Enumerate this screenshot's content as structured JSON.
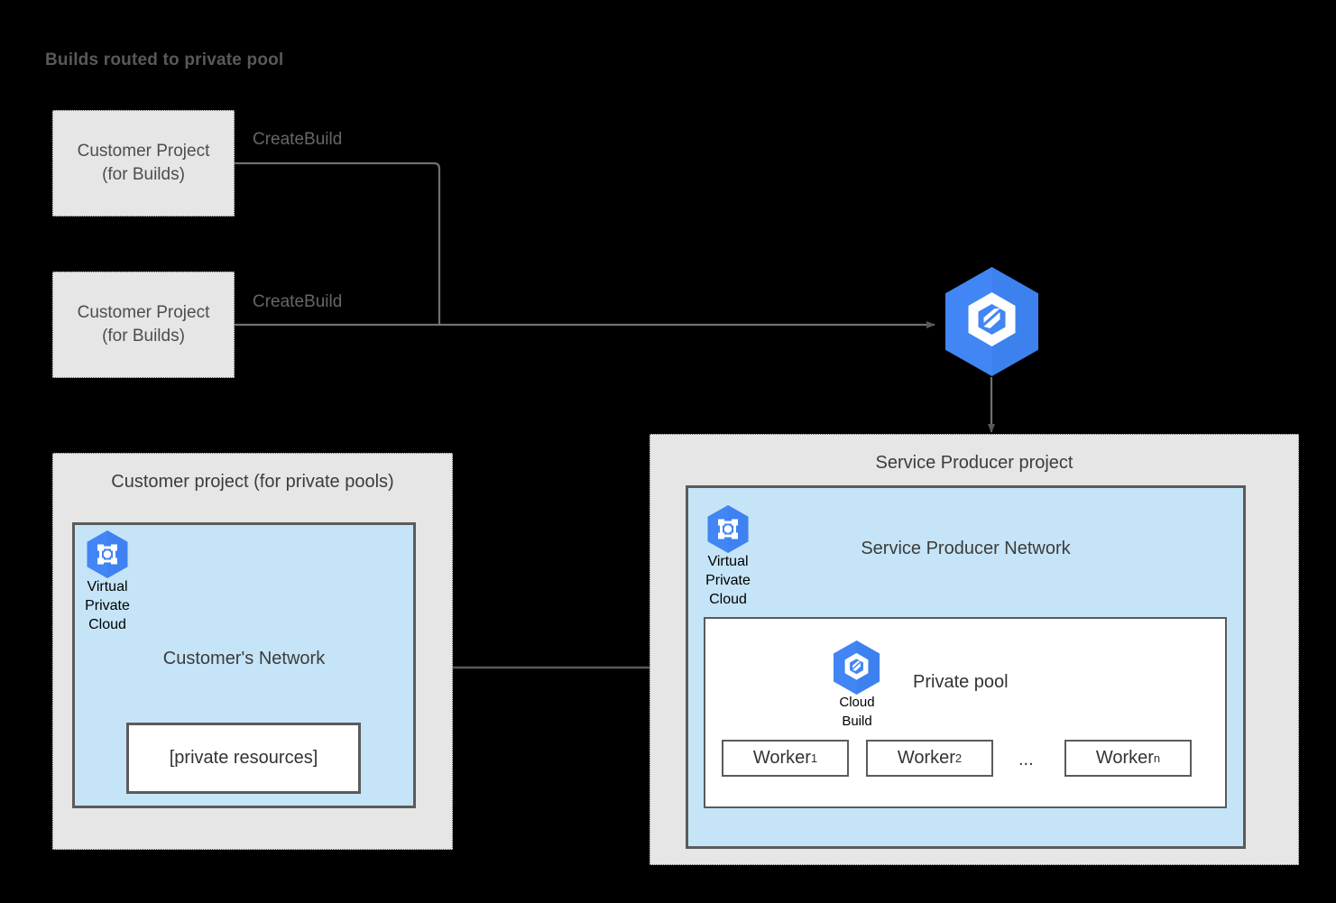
{
  "title": "Builds routed to private pool",
  "colors": {
    "gcp_blue": "#4285F4",
    "gcp_blue_dark": "#3B74D8",
    "panel_gray": "#E6E6E6",
    "vpc_blue": "#C5E4F7",
    "border_gray": "#5B5B5B",
    "line_gray": "#666666",
    "background": "#000000"
  },
  "build_projects": [
    {
      "line1": "Customer Project",
      "line2": "(for Builds)",
      "edge_label": "CreateBuild"
    },
    {
      "line1": "Customer Project",
      "line2": "(for Builds)",
      "edge_label": "CreateBuild"
    }
  ],
  "cloud_build_service": {
    "icon": "cloud-build-icon",
    "label": ""
  },
  "customer_panel": {
    "title": "Customer project (for private pools)",
    "vpc": {
      "icon": "virtual-private-cloud-icon",
      "caption_lines": [
        "Virtual",
        "Private",
        "Cloud"
      ],
      "network_title": "Customer's Network",
      "resource_box": "[private resources]"
    }
  },
  "producer_panel": {
    "title": "Service Producer project",
    "vpc": {
      "icon": "virtual-private-cloud-icon",
      "caption_lines": [
        "Virtual",
        "Private",
        "Cloud"
      ],
      "network_title": "Service Producer Network"
    },
    "private_pool": {
      "icon": "cloud-build-icon",
      "icon_caption_lines": [
        "Cloud",
        "Build"
      ],
      "title": "Private pool",
      "workers": [
        {
          "name": "Worker",
          "subscript": "1"
        },
        {
          "name": "Worker",
          "subscript": "2"
        },
        {
          "name": "Worker",
          "subscript": "n"
        }
      ],
      "ellipsis": "..."
    }
  },
  "connectors": {
    "peering_arrow": "bidirectional-arrow",
    "create_build_arrow": "arrow-to-cloud-build",
    "dispatch_arrow": "arrow-to-service-producer"
  }
}
